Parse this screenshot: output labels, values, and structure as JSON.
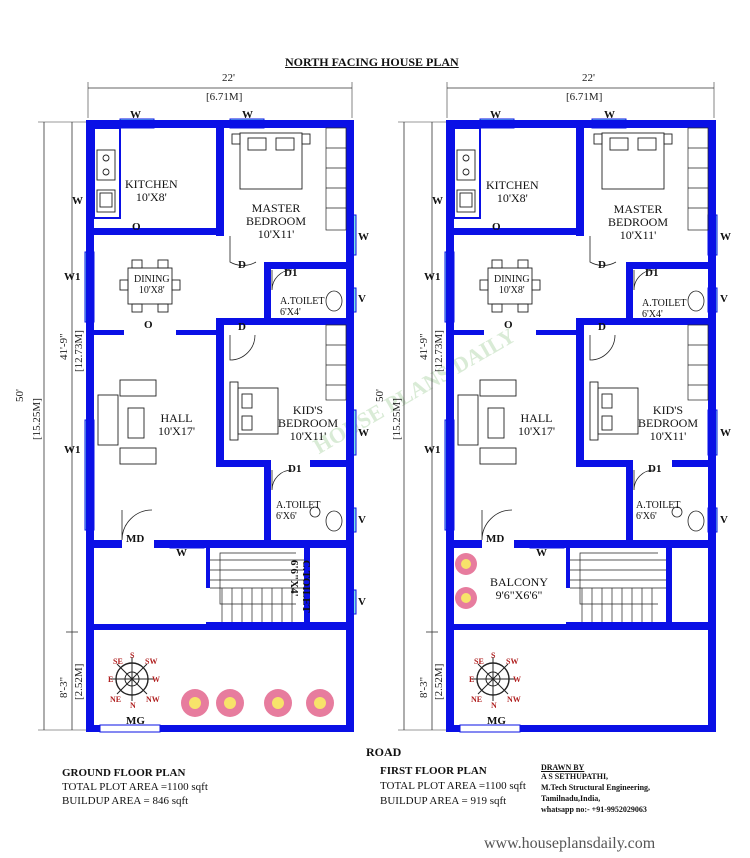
{
  "title": "NORTH FACING HOUSE PLAN",
  "colors": {
    "wall": "#0a10e6",
    "window": "#7fe3e8",
    "watermark": "#cfe9c9"
  },
  "dims": {
    "width_ft": "22'",
    "width_m": "[6.71M]",
    "total_len_ft": "50'",
    "total_len_m": "[15.25M]",
    "house_len_ft": "41'-9\"",
    "house_len_m": "[12.73M]",
    "front_len_ft": "8'-3\"",
    "front_len_m": "[2.52M]"
  },
  "labels": {
    "kitchen": "KITCHEN",
    "kitchen_size": "10'X8'",
    "master": "MASTER",
    "bedroom": "BEDROOM",
    "master_size": "10'X11'",
    "dining": "DINING",
    "dining_size": "10'X8'",
    "toilet1": "A.TOILET",
    "toilet1_size": "6'X4'",
    "hall": "HALL",
    "hall_size": "10'X17'",
    "kids": "KID'S",
    "kids_size": "10'X11'",
    "toilet2": "A.TOILET",
    "toilet2_size": "6'X6'",
    "w": "W",
    "w1": "W1",
    "o": "O",
    "d": "D",
    "d1": "D1",
    "v": "V",
    "md": "MD",
    "mg": "MG",
    "ctoilet": "C.TOILET",
    "ctoilet_size": "6'6\"X4'",
    "balcony": "BALCONY",
    "balcony_size": "9'6\"X6'6\"",
    "compass_n": "N",
    "compass_s": "S",
    "compass_e": "E",
    "compass_w": "W",
    "compass_ne": "NE",
    "compass_nw": "NW",
    "compass_se": "SE",
    "compass_sw": "SW"
  },
  "road": "ROAD",
  "ground": {
    "heading": "GROUND FLOOR PLAN",
    "plot": "TOTAL PLOT AREA =1100 sqft",
    "buildup": "BUILDUP AREA = 846 sqft"
  },
  "first": {
    "heading": "FIRST FLOOR PLAN",
    "plot": "TOTAL PLOT AREA =1100 sqft",
    "buildup": "BUILDUP AREA = 919 sqft"
  },
  "credits": {
    "drawn_by": "DRAWN BY",
    "name": "A S SETHUPATHI,",
    "degree": "M.Tech Structural Engineering,",
    "place": "Tamilnadu,India,",
    "phone": "whatsapp no:- +91-9952029063"
  },
  "website": "www.houseplansdaily.com",
  "watermark": "HOUSE PLANS DAILY"
}
